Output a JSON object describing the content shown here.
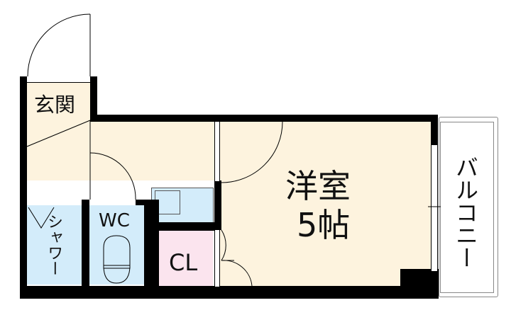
{
  "floor_plan": {
    "rooms": {
      "entrance": {
        "label": "玄関"
      },
      "western_room": {
        "label": "洋室",
        "size": "5帖"
      },
      "shower": {
        "label": "シャワー"
      },
      "toilet": {
        "label": "WC"
      },
      "closet": {
        "label": "CL"
      },
      "balcony": {
        "label": "バルコニー"
      }
    },
    "colors": {
      "wall": "#000000",
      "floor": "#fdf3de",
      "wet_area": "#d3ecfa",
      "closet": "#fbe4ee",
      "background": "#ffffff"
    }
  }
}
